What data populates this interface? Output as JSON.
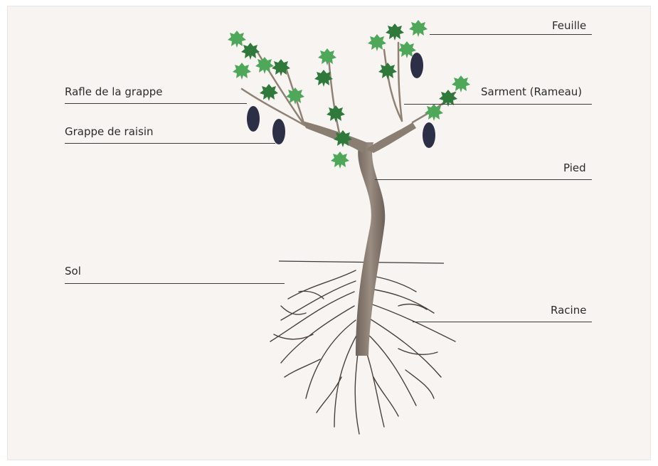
{
  "labels": {
    "feuille": "Feuille",
    "rafle": "Rafle de la grappe",
    "sarment": "Sarment (Rameau)",
    "grappe": "Grappe de raisin",
    "pied": "Pied",
    "sol": "Sol",
    "racine": "Racine"
  },
  "colors": {
    "background": "#f8f4f2",
    "leaf_dark": "#2f7a3a",
    "leaf_light": "#4fa85a",
    "grape": "#2c2f45",
    "trunk": "#8a7d72",
    "root": "#4a403a"
  },
  "icons": {
    "illustration": "grapevine-illustration"
  }
}
